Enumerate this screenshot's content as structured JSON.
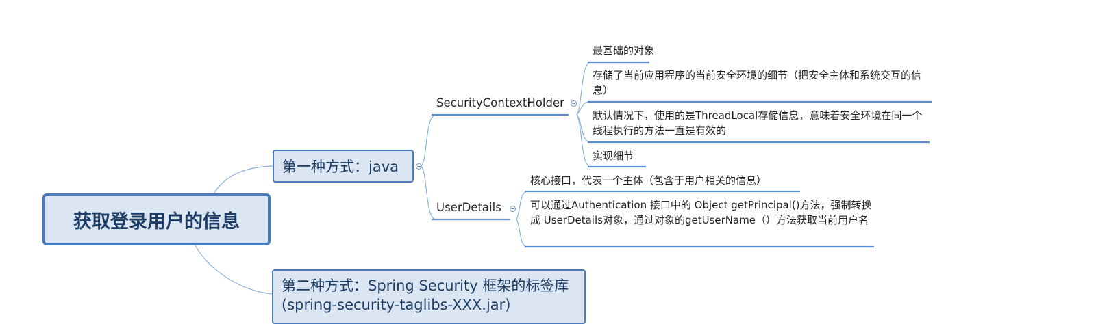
{
  "root": {
    "label": "获取登录用户的信息"
  },
  "methods": [
    {
      "label": "第一种方式：java"
    },
    {
      "label": "第二种方式：Spring Security 框架的标签库(spring-security-taglibs-XXX.jar)"
    }
  ],
  "security_context_holder": {
    "label": "SecurityContextHolder",
    "notes": [
      "最基础的对象",
      "存储了当前应用程序的当前安全环境的细节（把安全主体和系统交互的信息）",
      "默认情况下，使用的是ThreadLocal存储信息，意味着安全环境在同一个线程执行的方法一直是有效的",
      "实现细节"
    ]
  },
  "user_details": {
    "label": "UserDetails",
    "notes": [
      "核心接口，代表一个主体（包含于用户相关的信息）",
      "可以通过Authentication 接口中的 Object getPrincipal()方法，强制转换成 UserDetails对象，通过对象的getUserName（）方法获取当前用户名"
    ]
  },
  "colors": {
    "node_fill": "#dce6f2",
    "node_border": "#4a7bbf",
    "line": "#5b8fd1",
    "text_dark": "#1d3d66"
  }
}
